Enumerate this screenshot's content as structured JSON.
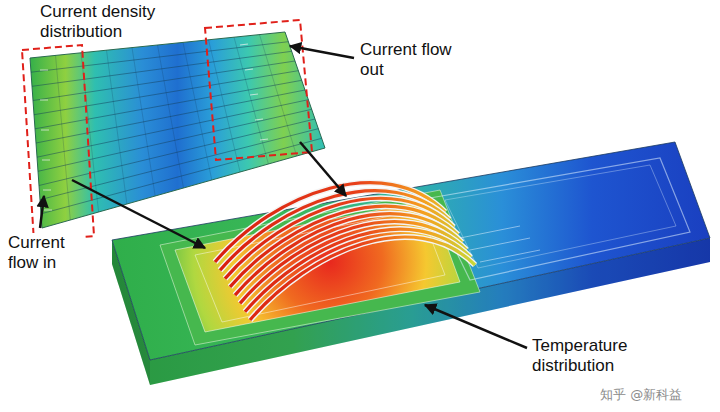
{
  "diagram": {
    "labels": [
      "Current density distribution",
      "Current flow out",
      "Current flow in",
      "Temperature distribution",
      "知乎 @新科益"
    ]
  }
}
